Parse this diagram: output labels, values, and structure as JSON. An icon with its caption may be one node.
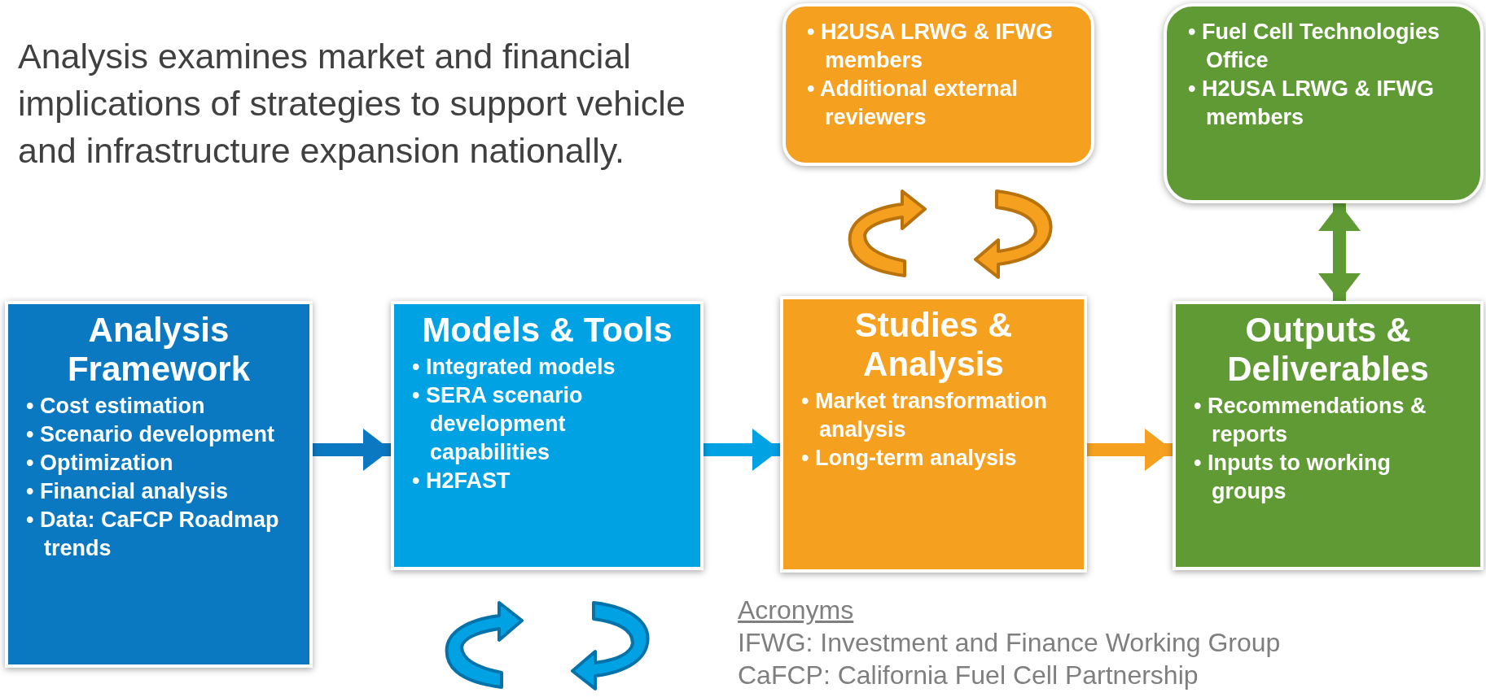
{
  "diagram": {
    "title": "Analysis examines market and financial implications of strategies to support vehicle and infrastructure expansion nationally.",
    "nodes": [
      {
        "text": [
          "Analysis Framework",
          "• Cost estimation",
          "• Scenario development",
          "• Optimization",
          "• Financial analysis",
          "• Data: CaFCP Roadmap trends"
        ]
      },
      {
        "text": [
          "Models & Tools",
          "• Integrated models",
          "• SERA scenario development capabilities",
          "• H2FAST"
        ]
      },
      {
        "text": [
          "Studies & Analysis",
          "• Market transformation analysis",
          "• Long-term analysis"
        ]
      },
      {
        "text": [
          "Outputs & Deliverables",
          "• Recommendations & reports",
          "• Inputs to working groups"
        ]
      },
      {
        "text": [
          "• H2USA LRWG & IFWG members",
          "• Additional external reviewers"
        ]
      },
      {
        "text": [
          "• Fuel Cell Technologies Office",
          "• H2USA LRWG & IFWG members"
        ]
      }
    ],
    "edges": [
      {
        "from": 0,
        "to": 1,
        "arrow": "to",
        "color": "#0b79c1"
      },
      {
        "from": 1,
        "to": 2,
        "arrow": "to",
        "color": "#00a2e3"
      },
      {
        "from": 2,
        "to": 3,
        "arrow": "to",
        "color": "#f5a01f"
      },
      {
        "from": 5,
        "to": 3,
        "arrow": "both",
        "color": "#5f9a35"
      }
    ],
    "labels": [
      "Acronyms",
      "IFWG: Investment and Finance Working Group",
      "CaFCP: California Fuel Cell Partnership"
    ]
  }
}
